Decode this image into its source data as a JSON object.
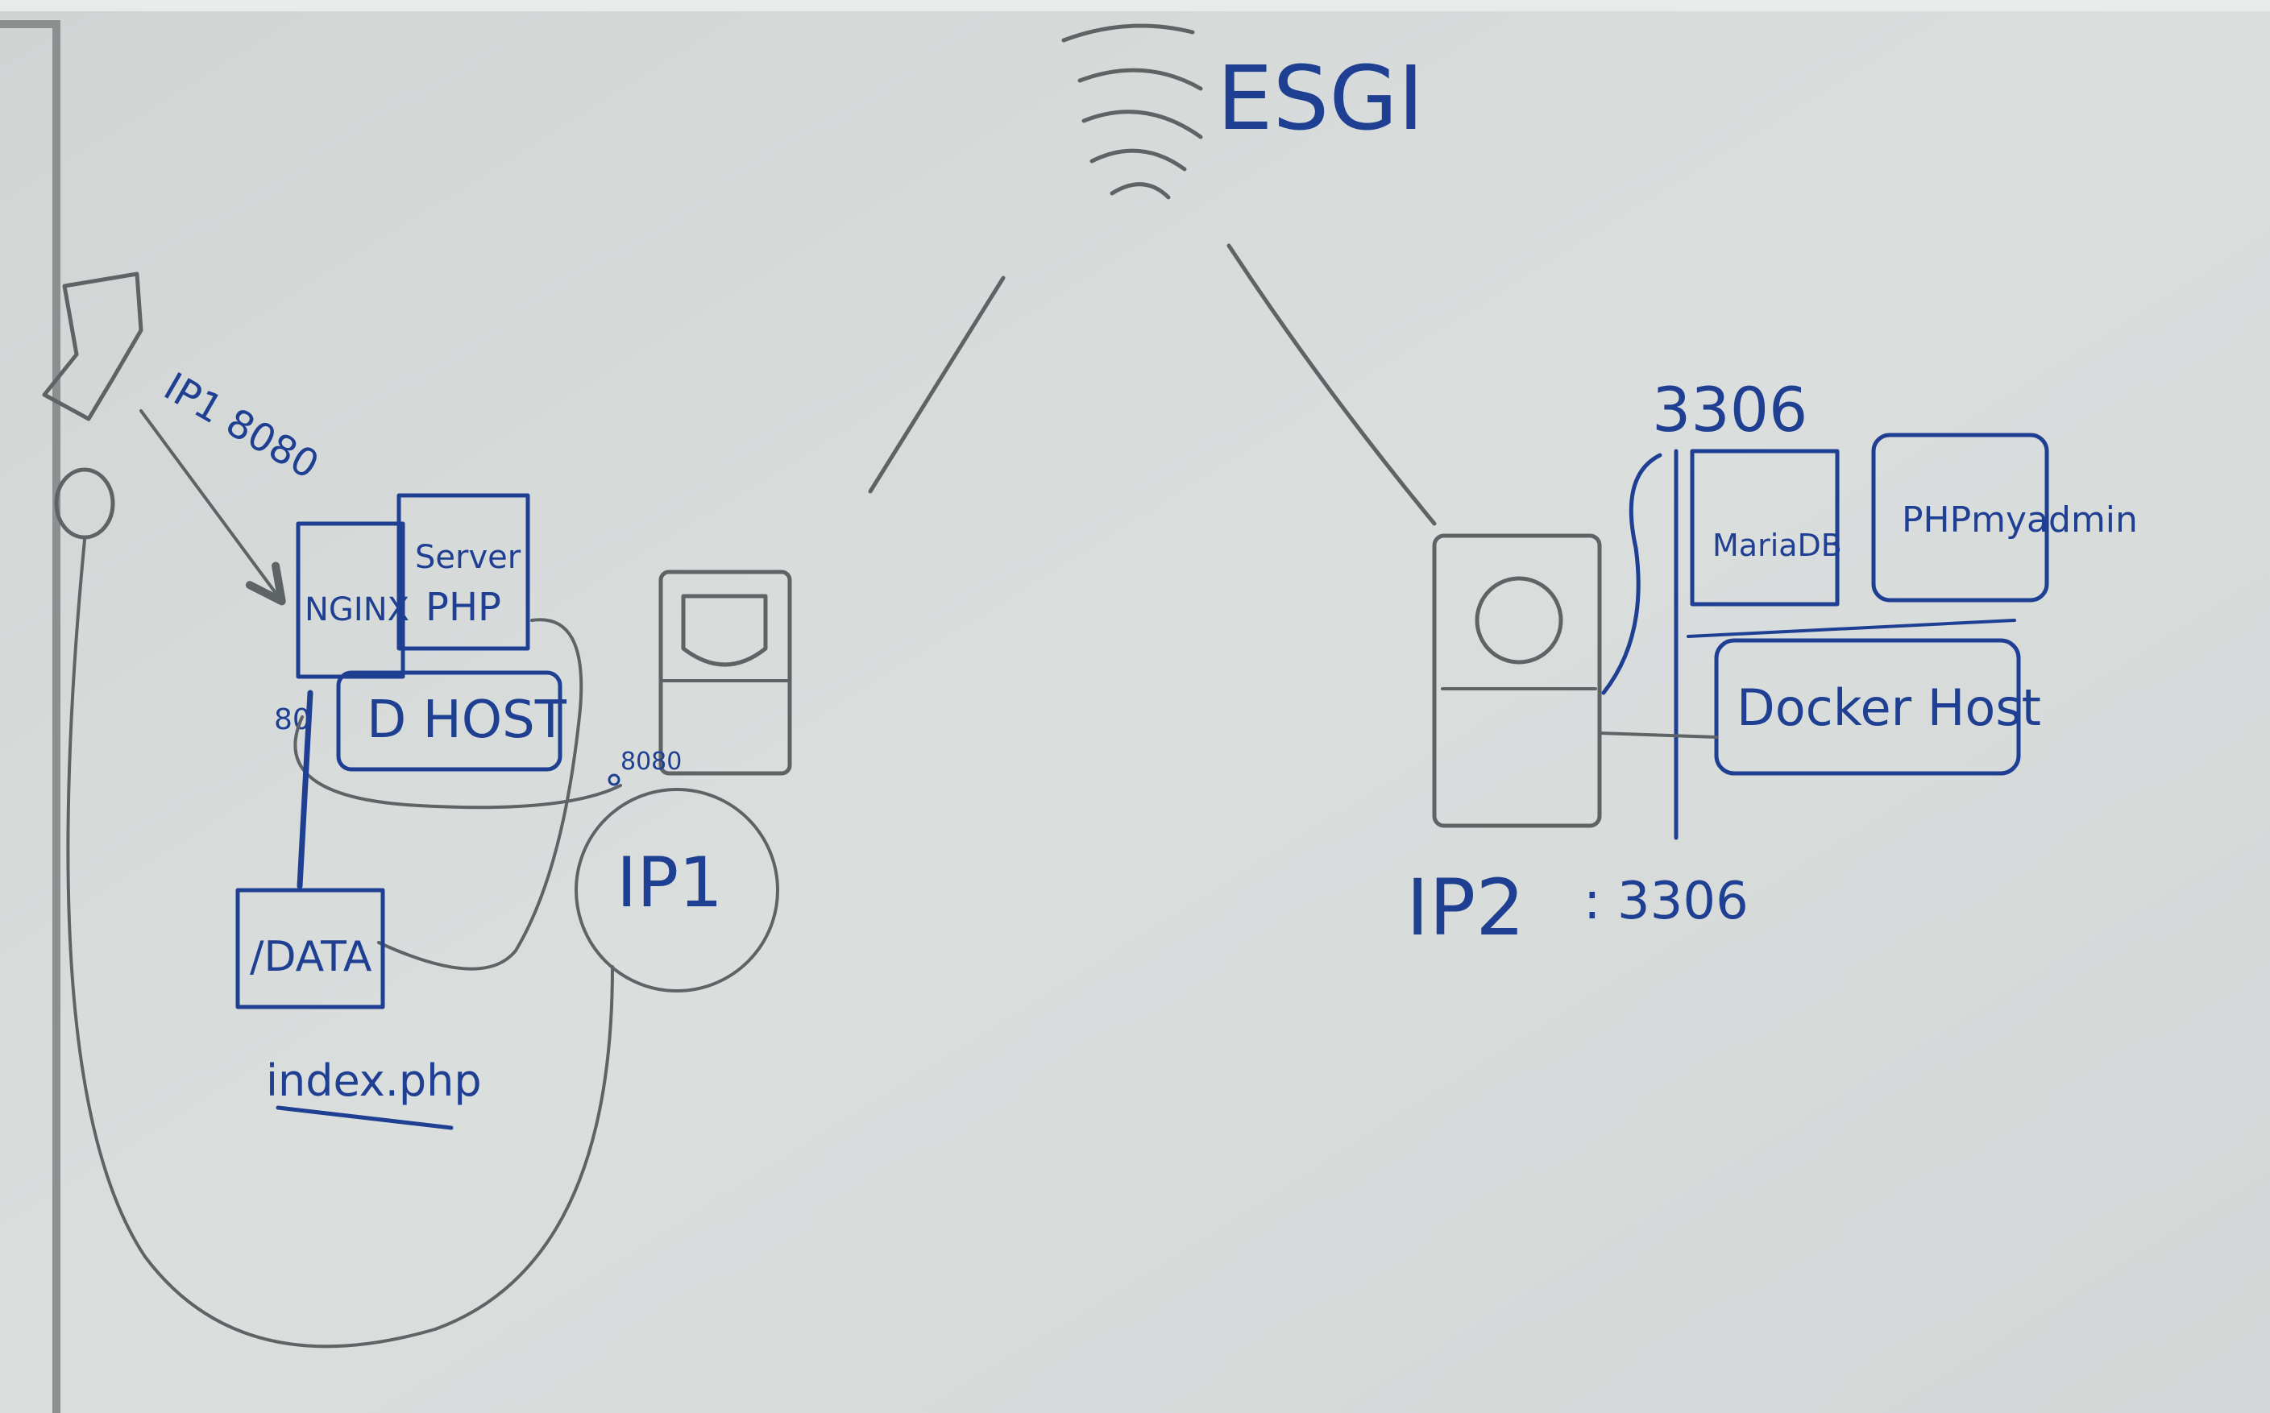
{
  "board": {
    "colors": {
      "ink": "#1f3f92",
      "pencil": "#5e6466",
      "surface": "#d4d8d7"
    },
    "title": "ESGI",
    "wifi_icon": "wifi-icon",
    "left_host": {
      "user_arrow_label": "IP1 8080",
      "nginx_box_label": "NGINX",
      "php_server_label_line1": "Server",
      "php_server_label_line2": "PHP",
      "host_label": "D HOST",
      "port_label": "80",
      "monitor_port_label": "8080",
      "ip_label": "IP1",
      "data_label": "/DATA",
      "file_label": "index.php"
    },
    "right_host": {
      "port_top_label": "3306",
      "mariadb_label": "MariaDB",
      "phpmyadmin_label": "PHPmyadmin",
      "docker_host_label": "Docker Host",
      "ip_label": "IP2",
      "ip_port_label": ": 3306"
    }
  }
}
